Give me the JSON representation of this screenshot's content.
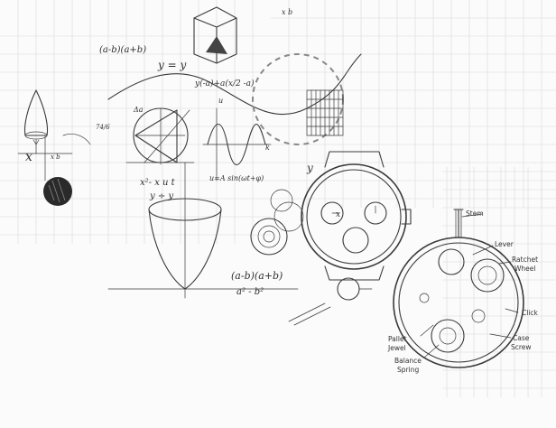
{
  "formulas": {
    "ab_top": "(a-b)(a+b)",
    "y_eq": "y = y",
    "y_minus": "y(-a)+a(x/2 -a)",
    "x_label": "x",
    "xb": "x b",
    "x_power": "x",
    "u_eq": "u=A sin(ωt+φ)",
    "x_minus": "x²- x u t",
    "y_frac": "y ÷ y",
    "ab_bottom": "(a-b)(a+b)",
    "a2_b2": "a² - b²",
    "delta_a": "Δa",
    "u_axis": "u",
    "k_axis": "k",
    "x_b_top": "x b",
    "seventy": "74/6",
    "y_axis": "y",
    "x_axis_small": "x",
    "x_wheel": "x"
  },
  "watch_labels": {
    "stem": "Stem",
    "lever": "Lever",
    "ratchet_wheel_line1": "Ratchet",
    "ratchet_wheel_line2": "Wheel",
    "click": "Click",
    "case_screw_line1": "Case",
    "case_screw_line2": "Screw",
    "pallet_jewel_line1": "Pallet",
    "pallet_jewel_line2": "Jewel",
    "balance_spring_line1": "Balance",
    "balance_spring_line2": "Spring"
  },
  "colors": {
    "ink": "#3a3a3a",
    "grid": "#d9d9d9",
    "paper": "#fbfbfb"
  }
}
